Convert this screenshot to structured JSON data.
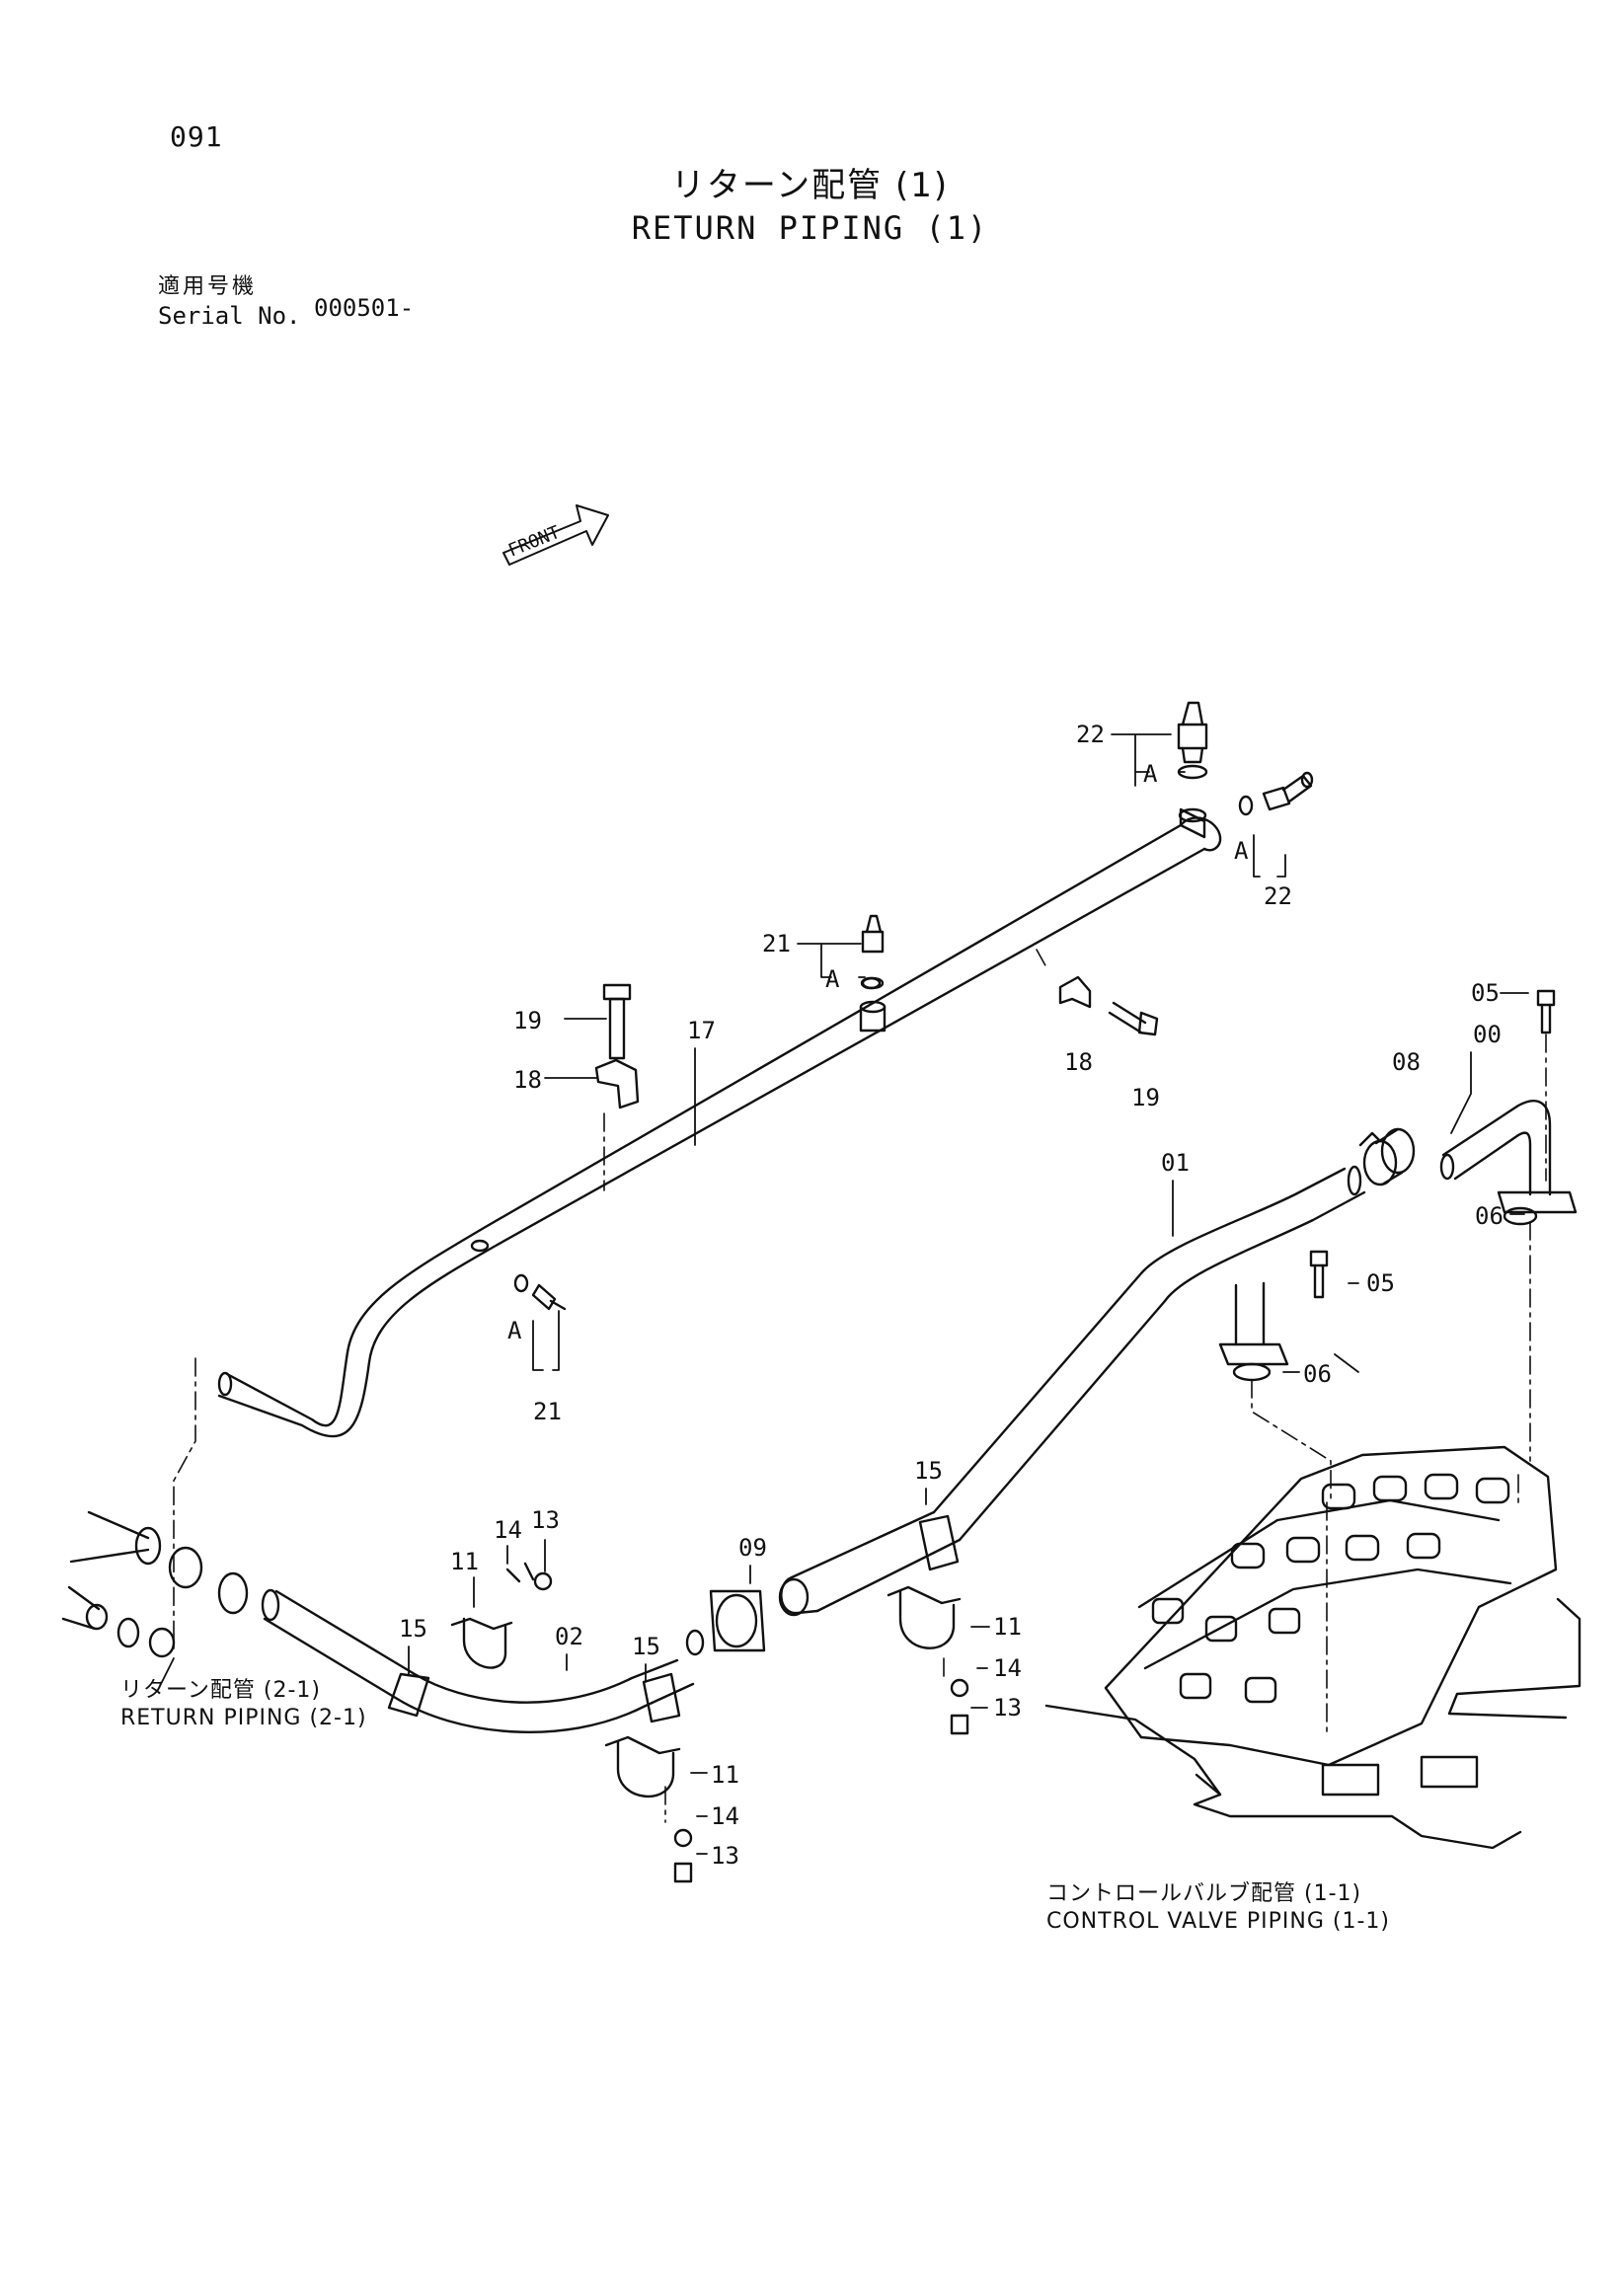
{
  "page": {
    "number": "091",
    "title_jp": "リターン配管 (1)",
    "title_en": "RETURN PIPING (1)",
    "serial_label_jp": "適用号機",
    "serial_label_en": "Serial No.",
    "serial_value": "000501-"
  },
  "front_marker": "FRONT",
  "part_callouts": [
    "22",
    "22",
    "21",
    "21",
    "19",
    "19",
    "18",
    "18",
    "17",
    "05",
    "05",
    "00",
    "08",
    "06",
    "06",
    "01",
    "15",
    "15",
    "15",
    "09",
    "02",
    "11",
    "11",
    "11",
    "14",
    "14",
    "14",
    "13",
    "13",
    "13"
  ],
  "detail_mark": "A",
  "references": {
    "return_piping_jp": "リターン配管 (2-1)",
    "return_piping_en": "RETURN PIPING (2-1)",
    "control_valve_jp": "コントロールバルブ配管 (1-1)",
    "control_valve_en": "CONTROL VALVE PIPING (1-1)"
  }
}
